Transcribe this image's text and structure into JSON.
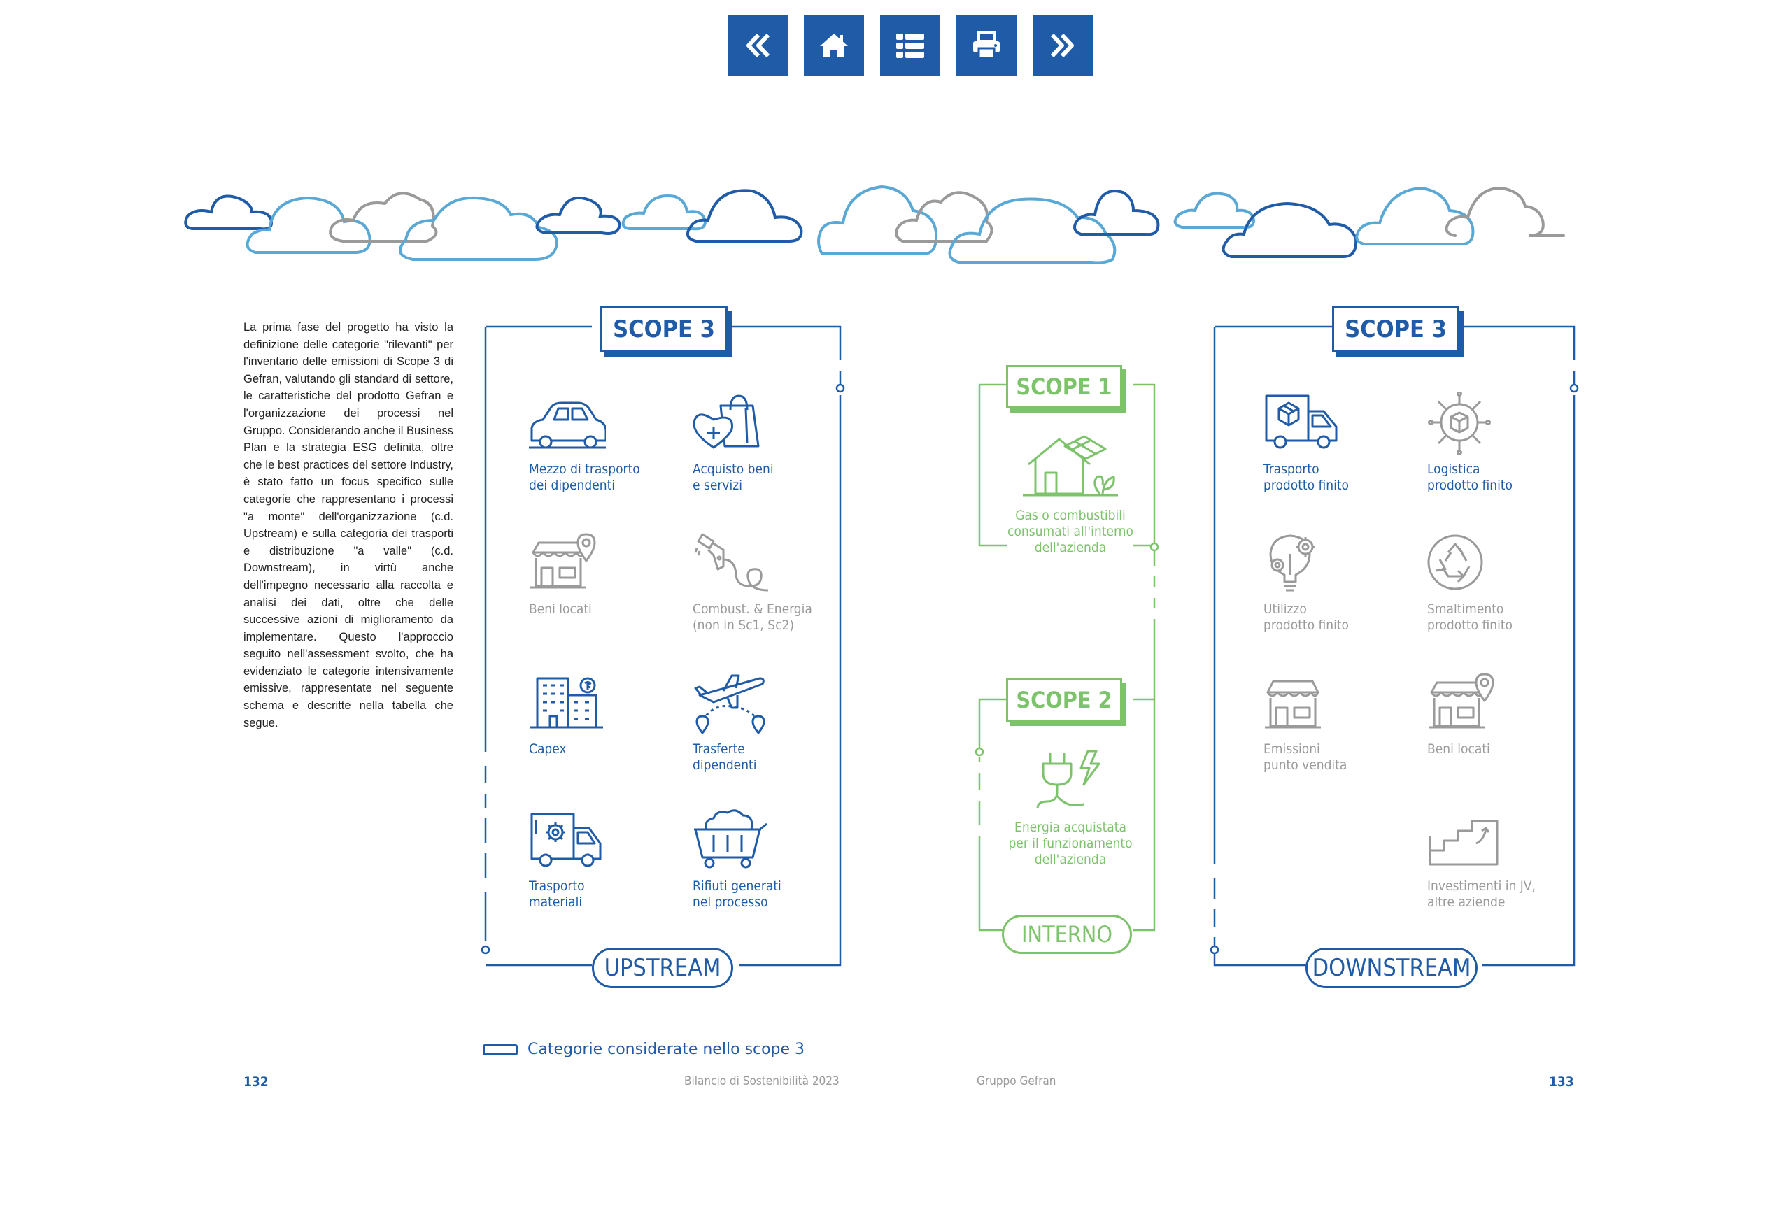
{
  "nav": {
    "first": "first-page",
    "home": "home",
    "index": "table-of-contents",
    "print": "print",
    "next": "next-page"
  },
  "intro_text": "La prima fase del progetto ha visto la definizione delle categorie \"rilevanti\" per l'inventario delle emissioni di Scope 3 di Gefran, valutando gli standard di settore, le caratteristiche del prodotto Gefran e l'organizzazione dei processi nel Gruppo. Considerando anche il Business Plan e la strategia ESG definita, oltre che le best practices del settore Industry, è stato fatto un focus specifico sulle categorie che rappresentano i processi \"a monte\" dell'organizzazione (c.d. Upstream) e sulla categoria dei trasporti e distribuzione \"a valle\" (c.d. Downstream), in virtù anche dell'impegno necessario alla raccolta e analisi dei dati, oltre che delle successive azioni di miglioramento da implementare. Questo l'approccio seguito nell'assessment svolto, che ha evidenziato le categorie intensivamente emissive, rappresentate nel seguente schema e descritte nella tabella che segue.",
  "upstream": {
    "scope_label": "SCOPE 3",
    "stream_label": "UPSTREAM",
    "items": [
      {
        "label": "Mezzo di trasporto\ndei dipendenti",
        "icon": "car-icon",
        "considered": true
      },
      {
        "label": "Acquisto beni\ne servizi",
        "icon": "shopping-bag-icon",
        "considered": true
      },
      {
        "label": "Beni locati",
        "icon": "store-icon",
        "considered": false
      },
      {
        "label": "Combust. & Energia\n(non in Sc1, Sc2)",
        "icon": "fuel-nozzle-icon",
        "considered": false
      },
      {
        "label": "Capex",
        "icon": "buildings-icon",
        "considered": true
      },
      {
        "label": "Trasferte\ndipendenti",
        "icon": "airplane-icon",
        "considered": true
      },
      {
        "label": "Trasporto\nmateriali",
        "icon": "truck-gear-icon",
        "considered": true
      },
      {
        "label": "Rifiuti generati\nnel processo",
        "icon": "waste-cart-icon",
        "considered": true
      }
    ]
  },
  "internal": {
    "scope1_label": "SCOPE 1",
    "scope1_item": {
      "label": "Gas o combustibili\nconsumati all'interno\ndell'azienda",
      "icon": "solar-house-icon"
    },
    "scope2_label": "SCOPE 2",
    "scope2_item": {
      "label": "Energia acquistata\nper il funzionamento\ndell'azienda",
      "icon": "plug-icon"
    },
    "stream_label": "INTERNO"
  },
  "downstream": {
    "scope_label": "SCOPE 3",
    "stream_label": "DOWNSTREAM",
    "items": [
      {
        "label": "Trasporto\nprodotto finito",
        "icon": "delivery-truck-icon",
        "considered": true
      },
      {
        "label": "Logistica\nprodotto finito",
        "icon": "package-network-icon",
        "considered": true
      },
      {
        "label": "Utilizzo\nprodotto finito",
        "icon": "bulb-gear-icon",
        "considered": false
      },
      {
        "label": "Smaltimento\nprodotto finito",
        "icon": "recycle-icon",
        "considered": false
      },
      {
        "label": "Emissioni\npunto vendita",
        "icon": "shop-icon",
        "considered": false
      },
      {
        "label": "Beni locati",
        "icon": "store-pin-icon",
        "considered": false
      },
      {
        "label": "Investimenti in JV,\naltre aziende",
        "icon": "stairs-chart-icon",
        "considered": false
      }
    ]
  },
  "legend": "Categorie considerate nello scope 3",
  "footer": {
    "page_left": "132",
    "report": "Bilancio di Sostenibilità 2023",
    "company": "Gruppo Gefran",
    "page_right": "133"
  },
  "colors": {
    "blue": "#1f5ba6",
    "lightblue": "#5aa8d6",
    "green": "#7dc36b",
    "grey": "#9a9a9a"
  }
}
